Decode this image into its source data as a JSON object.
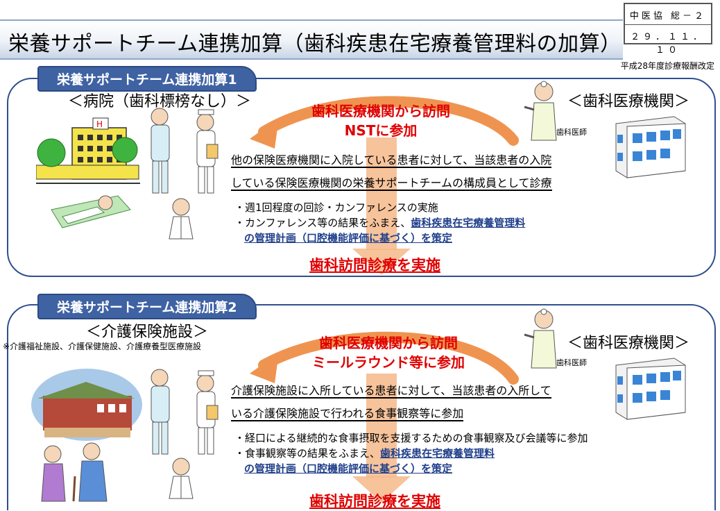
{
  "title": "栄養サポートチーム連携加算（歯科疾患在宅療養管理料の加算）",
  "doc_ref": {
    "line1": "中医協 総－２",
    "line2": "２９．１１．１０"
  },
  "revision": "平成28年度診療報酬改定",
  "section1": {
    "tab": "栄養サポートチーム連携加算1",
    "facility_left": "＜病院（歯科標榜なし）＞",
    "facility_right": "＜歯科医療機関＞",
    "dentist_label": "歯科医師",
    "visit_line1": "歯科医療機関から訪問",
    "visit_line2": "NSTに参加",
    "desc_line1": "他の保険医療機関に入院している患者に対して、当該患者の入院",
    "desc_line2": "している保険医療機関の栄養サポートチームの構成員として診療",
    "bullet1": "・週1回程度の回診・カンファレンスの実施",
    "bullet2_prefix": "・カンファレンス等の結果をふまえ、",
    "bullet2_link": "歯科疾患在宅療養管理料",
    "bullet3_link": "の管理計画（口腔機能評価に基づく）を策定",
    "result": "歯科訪問診療を実施"
  },
  "section2": {
    "tab": "栄養サポートチーム連携加算2",
    "facility_left": "＜介護保険施設＞",
    "facility_note": "※介護福祉施設、介護保健施設、介護療養型医療施設",
    "facility_right": "＜歯科医療機関＞",
    "dentist_label": "歯科医師",
    "visit_line1": "歯科医療機関から訪問",
    "visit_line2": "ミールラウンド等に参加",
    "desc_line1": "介護保険施設に入所している患者に対して、当該患者の入所して",
    "desc_line2": "いる介護保険施設で行われる食事観察等に参加",
    "bullet1": "・経口による継続的な食事摂取を支援するための食事観察及び会議等に参加",
    "bullet2_prefix": "・食事観察等の結果をふまえ、",
    "bullet2_link": "歯科疾患在宅療養管理料",
    "bullet3_link": "の管理計画（口腔機能評価に基づく）を策定",
    "result": "歯科訪問診療を実施"
  },
  "colors": {
    "accent": "#3f62a3",
    "red": "#e00000",
    "orange": "#f0a060"
  }
}
